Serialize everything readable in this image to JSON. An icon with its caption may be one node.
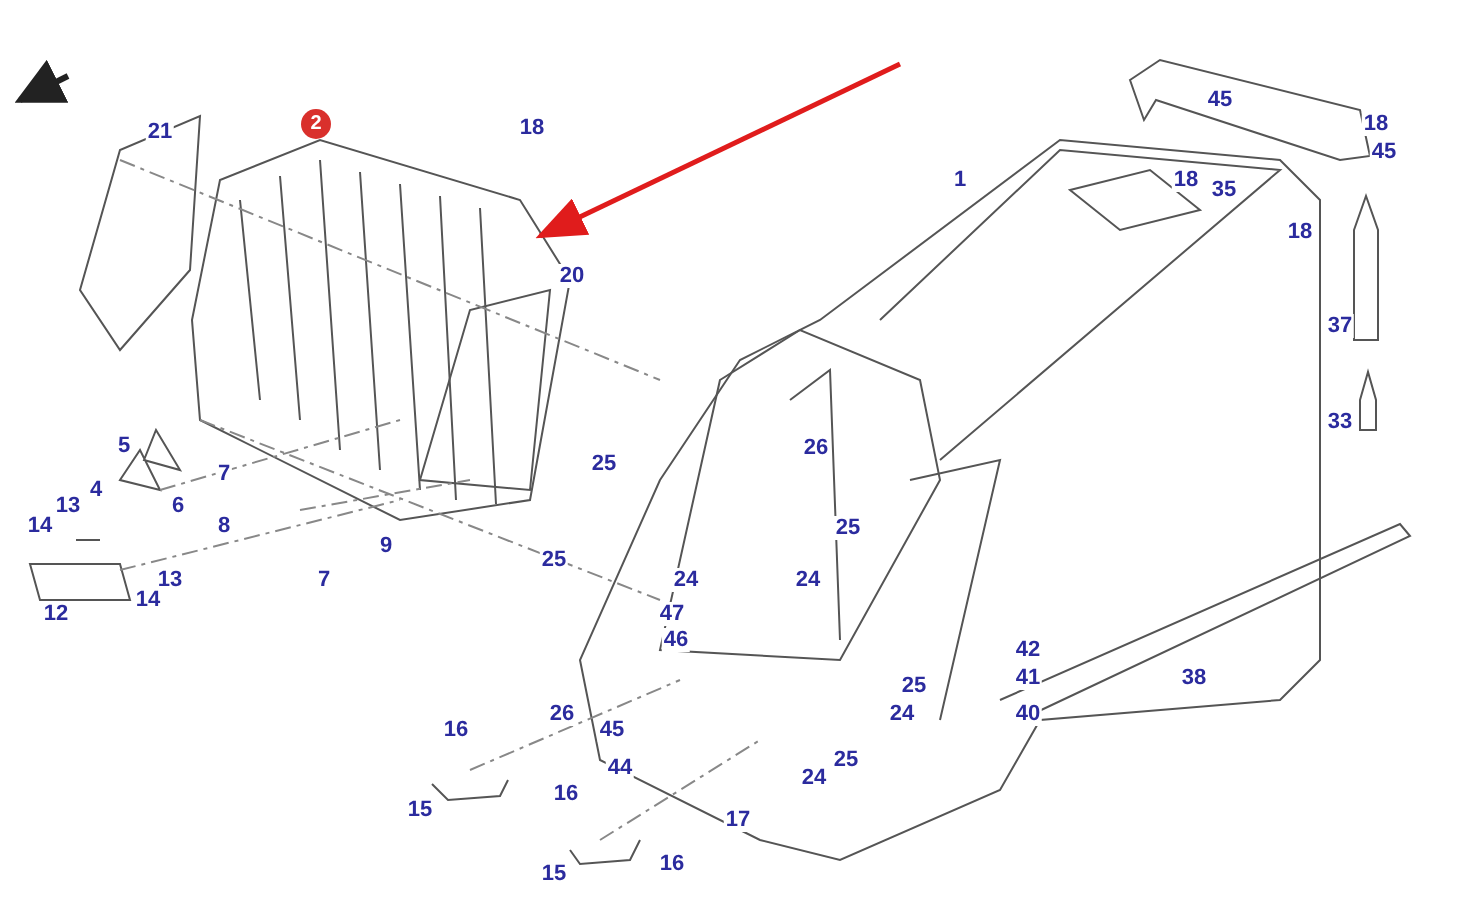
{
  "diagram": {
    "labels": [
      "45",
      "21",
      "2",
      "18",
      "18",
      "45",
      "1",
      "18",
      "35",
      "18",
      "20",
      "37",
      "33",
      "5",
      "26",
      "25",
      "7",
      "4",
      "13",
      "6",
      "14",
      "8",
      "25",
      "9",
      "25",
      "13",
      "7",
      "24",
      "24",
      "14",
      "12",
      "47",
      "46",
      "42",
      "41",
      "38",
      "25",
      "26",
      "24",
      "40",
      "16",
      "45",
      "25",
      "44",
      "24",
      "16",
      "15",
      "17",
      "16",
      "15"
    ]
  }
}
